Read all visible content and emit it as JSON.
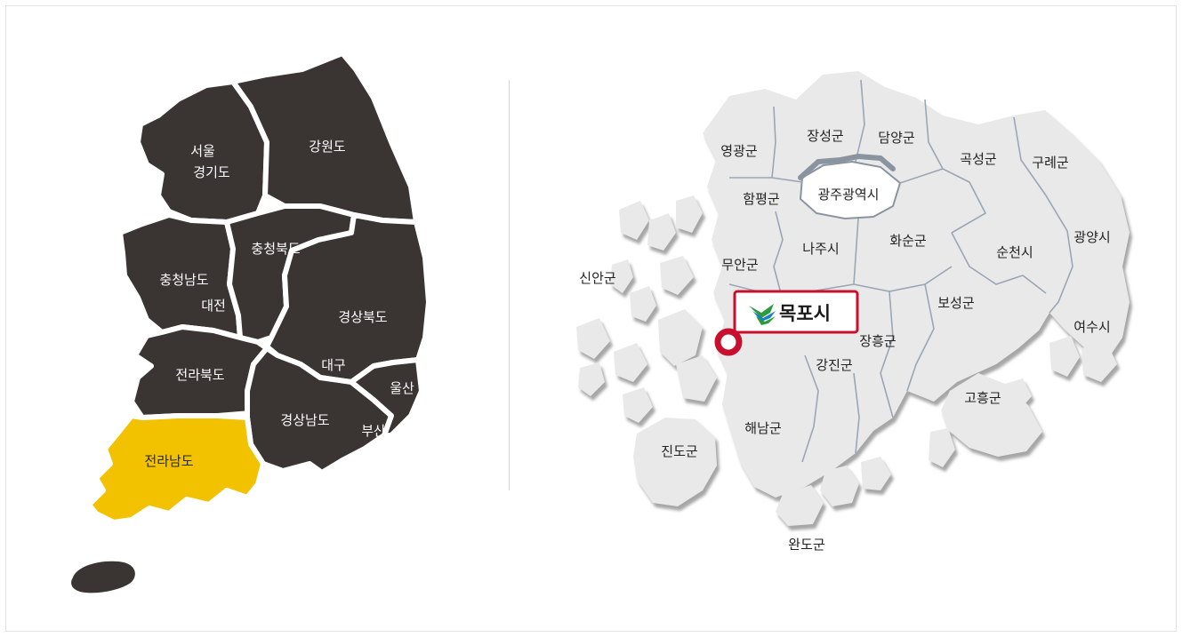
{
  "korea_map": {
    "provinces": [
      {
        "id": "seoul",
        "label_lines": [
          "서울",
          "경기도"
        ]
      },
      {
        "id": "gangwon",
        "label_lines": [
          "강원도"
        ]
      },
      {
        "id": "chungbuk",
        "label_lines": [
          "충청북도"
        ]
      },
      {
        "id": "chungnam",
        "label_lines": [
          "충청남도"
        ]
      },
      {
        "id": "daejeon",
        "label_lines": [
          "대전"
        ]
      },
      {
        "id": "gyeongbuk",
        "label_lines": [
          "경상북도"
        ]
      },
      {
        "id": "daegu",
        "label_lines": [
          "대구"
        ]
      },
      {
        "id": "ulsan",
        "label_lines": [
          "울산"
        ]
      },
      {
        "id": "jeonbuk",
        "label_lines": [
          "전라북도"
        ]
      },
      {
        "id": "gyeongnam",
        "label_lines": [
          "경상남도"
        ]
      },
      {
        "id": "busan",
        "label_lines": [
          "부산"
        ]
      },
      {
        "id": "jeonnam",
        "label_lines": [
          "전라남도"
        ],
        "selected": true
      }
    ],
    "colors": {
      "region": "#3a3533",
      "selected": "#f2c200",
      "border": "#ffffff"
    }
  },
  "jeonnam_map": {
    "districts": [
      {
        "id": "yeonggwang",
        "label": "영광군"
      },
      {
        "id": "jangseong",
        "label": "장성군"
      },
      {
        "id": "damyang",
        "label": "담양군"
      },
      {
        "id": "gokseong",
        "label": "곡성군"
      },
      {
        "id": "gurye",
        "label": "구례군"
      },
      {
        "id": "hampyeong",
        "label": "함평군"
      },
      {
        "id": "gwangju",
        "label": "광주광역시"
      },
      {
        "id": "gwangyang",
        "label": "광양시"
      },
      {
        "id": "sinan",
        "label": "신안군"
      },
      {
        "id": "naju",
        "label": "나주시"
      },
      {
        "id": "hwasun",
        "label": "화순군"
      },
      {
        "id": "suncheon",
        "label": "순천시"
      },
      {
        "id": "muan",
        "label": "무안군"
      },
      {
        "id": "boseong",
        "label": "보성군"
      },
      {
        "id": "yeosu",
        "label": "여수시"
      },
      {
        "id": "jangheung",
        "label": "장흥군"
      },
      {
        "id": "gangjin",
        "label": "강진군"
      },
      {
        "id": "goheung",
        "label": "고흥군"
      },
      {
        "id": "haenam",
        "label": "해남군"
      },
      {
        "id": "jindo",
        "label": "진도군"
      },
      {
        "id": "wando",
        "label": "완도군"
      }
    ],
    "callout": {
      "label": "목포시",
      "logo_icon": "mokpo-city-logo-icon",
      "border_color": "#c8102e"
    },
    "colors": {
      "land": "#e9e9e9",
      "land_shadow": "#b9b9b9",
      "border": "#9aa6b4",
      "marker": "#c8102e"
    }
  }
}
